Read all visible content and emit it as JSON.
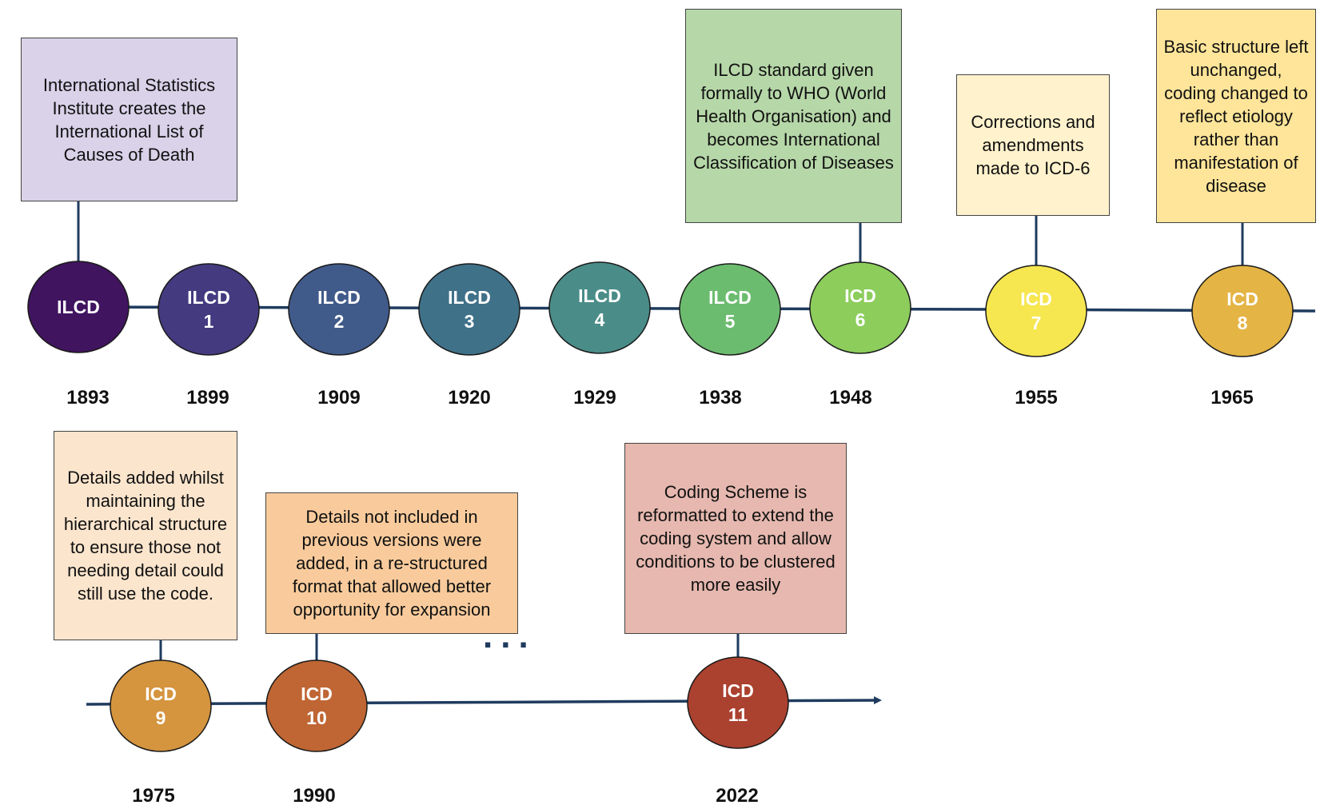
{
  "versions": [
    {
      "id": "ilcd",
      "lines": [
        "ILCD"
      ],
      "year": "1893",
      "color": "#40145f"
    },
    {
      "id": "ilcd1",
      "lines": [
        "ILCD",
        "1"
      ],
      "year": "1899",
      "color": "#443a80"
    },
    {
      "id": "ilcd2",
      "lines": [
        "ILCD",
        "2"
      ],
      "year": "1909",
      "color": "#405a8a"
    },
    {
      "id": "ilcd3",
      "lines": [
        "ILCD",
        "3"
      ],
      "year": "1920",
      "color": "#3f7189"
    },
    {
      "id": "ilcd4",
      "lines": [
        "ILCD",
        "4"
      ],
      "year": "1929",
      "color": "#4a8c88"
    },
    {
      "id": "ilcd5",
      "lines": [
        "ILCD",
        "5"
      ],
      "year": "1938",
      "color": "#6cbc6f"
    },
    {
      "id": "icd6",
      "lines": [
        "ICD",
        "6"
      ],
      "year": "1948",
      "color": "#8ccd5c"
    },
    {
      "id": "icd7",
      "lines": [
        "ICD",
        "7"
      ],
      "year": "1955",
      "color": "#f6e64f"
    },
    {
      "id": "icd8",
      "lines": [
        "ICD",
        "8"
      ],
      "year": "1965",
      "color": "#e4b444"
    },
    {
      "id": "icd9",
      "lines": [
        "ICD",
        "9"
      ],
      "year": "1975",
      "color": "#d5943e"
    },
    {
      "id": "icd10",
      "lines": [
        "ICD",
        "10"
      ],
      "year": "1990",
      "color": "#bf6634"
    },
    {
      "id": "icd11",
      "lines": [
        "ICD",
        "11"
      ],
      "year": "2022",
      "color": "#ab412f"
    }
  ],
  "notes": {
    "ilcd": "International Statistics Institute creates the International List of Causes of Death",
    "icd6": "ILCD standard given formally to WHO (World Health Organisation) and becomes International Classification of Diseases",
    "icd7": "Corrections and amendments made to ICD-6",
    "icd8": "Basic structure left unchanged, coding changed to reflect etiology rather than manifestation of disease",
    "icd9": "Details added whilst maintaining the hierarchical structure to ensure those not needing detail could still use the code.",
    "icd10": "Details not included in previous versions were added, in a re-structured format that allowed better opportunity for expansion",
    "icd11": "Coding Scheme is reformatted to extend the coding system and allow conditions to be clustered more easily"
  },
  "note_colors": {
    "ilcd": "#d9d2e9",
    "icd6": "#b6d7a8",
    "icd7": "#fff2cc",
    "icd8": "#ffe599",
    "icd9": "#fce5cd",
    "icd10": "#f9cb9c",
    "icd11": "#e6b8af"
  },
  "ellipsis": "..."
}
